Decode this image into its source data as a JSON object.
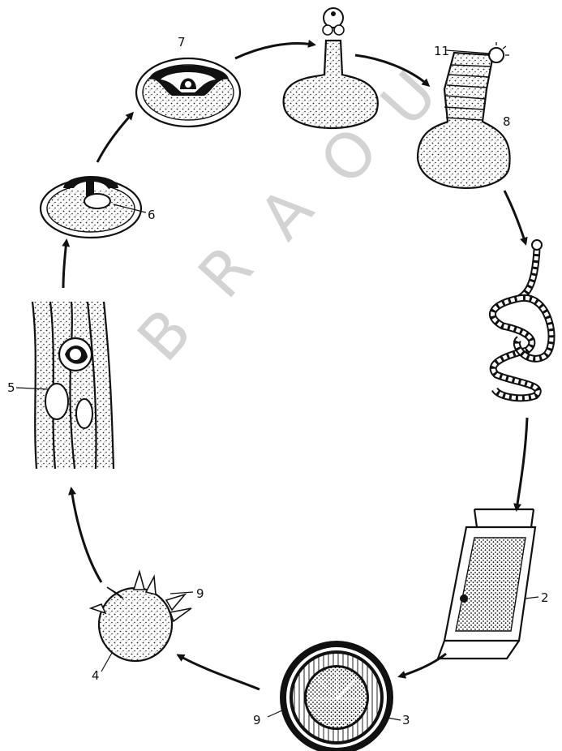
{
  "diagram": {
    "labels": {
      "l2": "2",
      "l3": "3",
      "l4": "4",
      "l5": "5",
      "l6": "6",
      "l7": "7",
      "l8": "8",
      "l9a": "9",
      "l9b": "9",
      "l11": "11"
    },
    "watermark": [
      "B",
      "R",
      "A",
      "O",
      "U"
    ]
  }
}
